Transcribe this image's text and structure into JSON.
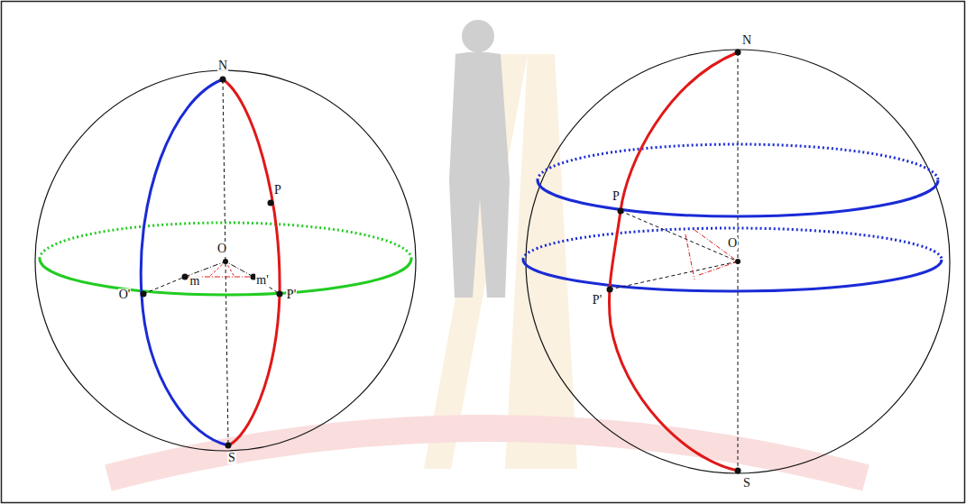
{
  "diagram": {
    "labels": [
      "N",
      "P",
      "O",
      "m",
      "m'",
      "O'",
      "P'",
      "S",
      "N",
      "P",
      "O",
      "P'",
      "S"
    ]
  }
}
